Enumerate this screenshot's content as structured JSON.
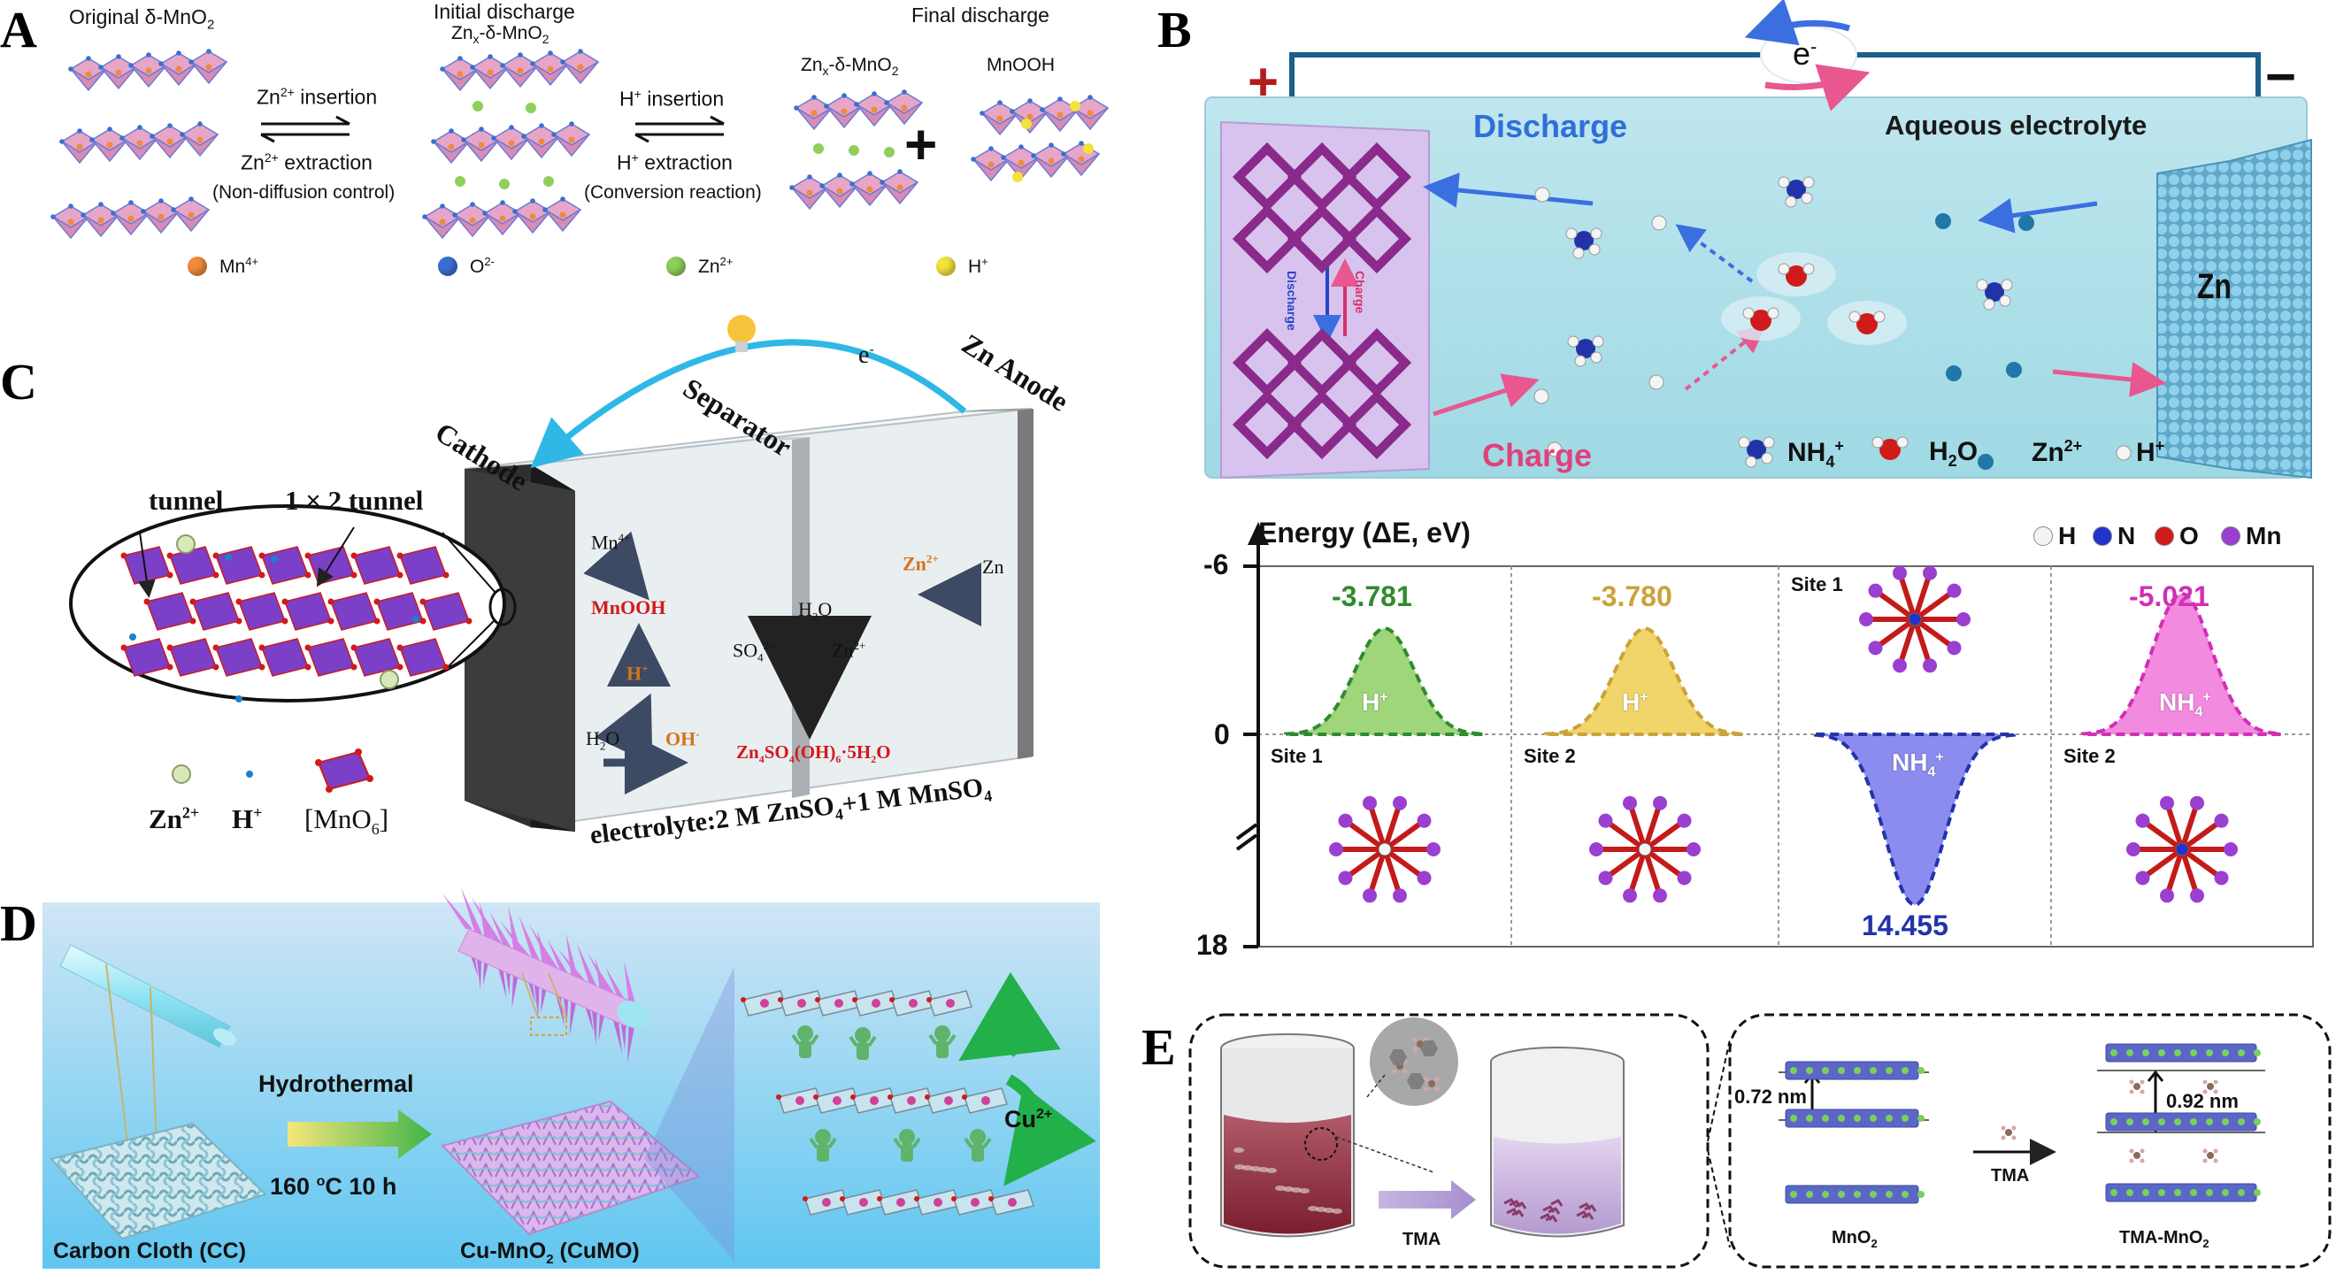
{
  "panels": {
    "A": {
      "letter": "A",
      "stage1_title": "Original δ-MnO",
      "stage1_sub": "2",
      "stage2_title": "Initial discharge",
      "stage2_formula": "Zn",
      "stage2_formula_sub": "x",
      "stage2_formula_rest": "-δ-MnO",
      "stage2_formula_sub2": "2",
      "stage3_title": "Final discharge",
      "stage3_a": "Zn",
      "stage3_a_sub": "x",
      "stage3_a_rest": "-δ-MnO",
      "stage3_a_sub2": "2",
      "stage3_b": "MnOOH",
      "arrow1_top_pre": "Zn",
      "arrow1_top_sup": "2+",
      "arrow1_top_post": " insertion",
      "arrow1_bot_pre": "Zn",
      "arrow1_bot_sup": "2+",
      "arrow1_bot_post": " extraction",
      "arrow1_note": "(Non-diffusion control)",
      "arrow2_top_pre": "H",
      "arrow2_top_sup": "+",
      "arrow2_top_post": " insertion",
      "arrow2_bot_pre": "H",
      "arrow2_bot_sup": "+",
      "arrow2_bot_post": " extraction",
      "arrow2_note": "(Conversion reaction)",
      "plus": "+",
      "legend": [
        {
          "label": "Mn",
          "sup": "4+",
          "color": "#f08a3c"
        },
        {
          "label": "O",
          "sup": "2-",
          "color": "#3a6fd1"
        },
        {
          "label": "Zn",
          "sup": "2+",
          "color": "#8fcf5a"
        },
        {
          "label": "H",
          "sup": "+",
          "color": "#f2e23a"
        }
      ]
    },
    "B": {
      "letter": "B",
      "electron": "e",
      "electron_sup": "-",
      "plus_sign": "+",
      "minus_sign": "−",
      "discharge": "Discharge",
      "charge": "Charge",
      "aqueous": "Aqueous electrolyte",
      "zn": "Zn",
      "small_discharge": "Discharge",
      "small_charge": "Charge",
      "legend_nh4": "NH",
      "legend_nh4_sub": "4",
      "legend_nh4_sup": "+",
      "legend_h2o": "H",
      "legend_h2o_sub": "2",
      "legend_h2o_rest": "O",
      "legend_zn": "Zn",
      "legend_zn_sup": "2+",
      "legend_h": "H",
      "legend_h_sup": "+",
      "energy_title": "Energy (ΔE, eV)",
      "y_top": "-6",
      "y_zero": "0",
      "y_bottom": "18",
      "atom_legend": [
        {
          "label": "H",
          "color": "#f4f4f4"
        },
        {
          "label": "N",
          "color": "#2233cc"
        },
        {
          "label": "O",
          "color": "#d11a1a"
        },
        {
          "label": "Mn",
          "color": "#9a3fd0"
        }
      ],
      "columns": [
        {
          "value": "-3.781",
          "ion": "H",
          "ion_sup": "+",
          "color": "#2e8b2e",
          "fill": "#9fd67a",
          "site": "Site 1",
          "site_pos": "bottom"
        },
        {
          "value": "-3.780",
          "ion": "H",
          "ion_sup": "+",
          "color": "#c9a23a",
          "fill": "#f2d56a",
          "site": "Site 2",
          "site_pos": "bottom"
        },
        {
          "value": "14.455",
          "ion": "NH",
          "ion_sub": "4",
          "ion_sup": "+",
          "color": "#2233aa",
          "fill": "#8c8cf0",
          "site": "Site 1",
          "site_pos": "top"
        },
        {
          "value": "-5.021",
          "ion": "NH",
          "ion_sub": "4",
          "ion_sup": "+",
          "color": "#d12fb5",
          "fill": "#f28ae0",
          "site": "Site 2",
          "site_pos": "bottom"
        }
      ]
    },
    "C": {
      "letter": "C",
      "electron": "e",
      "electron_sup": "-",
      "cathode": "Cathode",
      "separator": "Separator",
      "anode": "Zn Anode",
      "tunnel": "tunnel",
      "tunnel12": "1 × 2 tunnel",
      "mn4": "Mn",
      "mn4_sup": "4+",
      "mnooh": "MnOOH",
      "h_plus": "H",
      "h_plus_sup": "+",
      "h2o_left": "H",
      "h2o_left_sub": "2",
      "h2o_left_rest": "O",
      "oh": "OH",
      "oh_sup": "-",
      "h2o_mid": "H",
      "h2o_mid_sub": "2",
      "h2o_mid_rest": "O",
      "so4": "SO",
      "so4_sub": "4",
      "so4_sup": "2-",
      "zn2_mid": "Zn",
      "zn2_mid_sup": "2+",
      "zn_sulfate": "Zn",
      "zn_sulfate_sub": "4",
      "zn_sulfate_mid": "SO",
      "zn_sulfate_sub2": "4",
      "zn_sulfate_mid2": "(OH)",
      "zn_sulfate_sub3": "6",
      "zn_sulfate_end": "·5H",
      "zn_sulfate_sub4": "2",
      "zn_sulfate_end2": "O",
      "zn2_right": "Zn",
      "zn2_right_sup": "2+",
      "zn_right": "Zn",
      "electrolyte": "electrolyte:2 M ZnSO",
      "electrolyte_sub": "4",
      "electrolyte_mid": "+1 M MnSO",
      "electrolyte_sub2": "4",
      "legend_zn": "Zn",
      "legend_zn_sup": "2+",
      "legend_h": "H",
      "legend_h_sup": "+",
      "legend_mno6": "[MnO",
      "legend_mno6_sub": "6",
      "legend_mno6_end": "]"
    },
    "D": {
      "letter": "D",
      "hydrothermal": "Hydrothermal",
      "condition": "160 °C 10 h",
      "condition_pre": "160 ",
      "condition_sup": "o",
      "condition_post": "C 10 h",
      "cc": "Carbon Cloth (CC)",
      "cumo_pre": "Cu-MnO",
      "cumo_sub": "2",
      "cumo_post": " (CuMO)",
      "cu": "Cu",
      "cu_sup": "2+"
    },
    "E": {
      "letter": "E",
      "tma_left": "TMA",
      "d1": "0.72 nm",
      "d2": "0.92 nm",
      "tma_arrow": "TMA",
      "mno2": "MnO",
      "mno2_sub": "2",
      "tma_mno2": "TMA-MnO",
      "tma_mno2_sub": "2"
    }
  }
}
